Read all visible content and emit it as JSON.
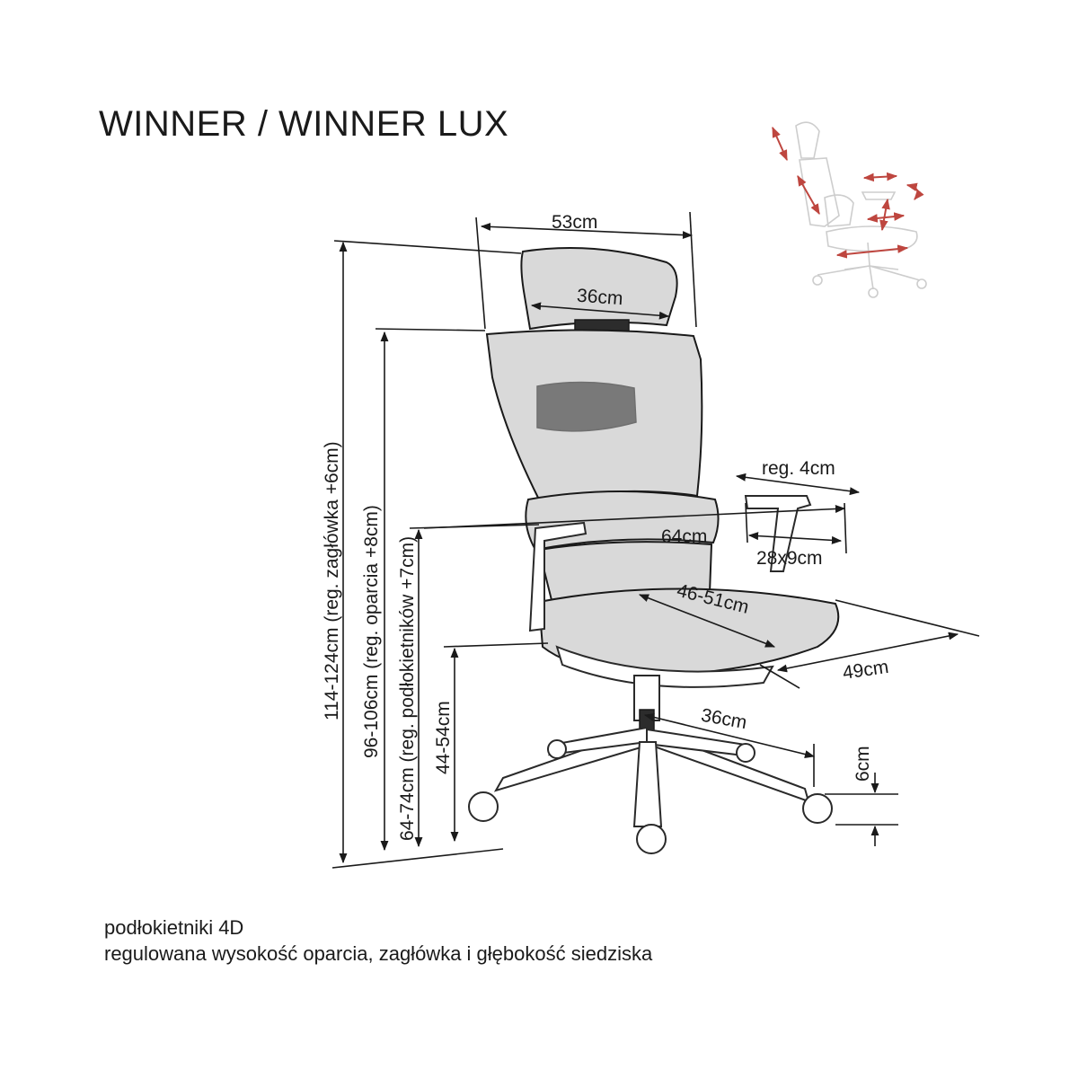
{
  "title": "WINNER / WINNER LUX",
  "dimensions": {
    "overall_width": "53cm",
    "headrest_width": "36cm",
    "total_height": "114-124cm (reg. zagłówka +6cm)",
    "backrest_height": "96-106cm (reg. oparcia  +8cm)",
    "armrest_height": "64-74cm (reg. podłokietników +7cm)",
    "seat_height": "44-54cm",
    "armrest_adjust": "reg. 4cm",
    "width_between_arms": "64cm",
    "armpad_size": "28x9cm",
    "seat_depth": "46-51cm",
    "seat_width": "49cm",
    "base_radius": "36cm",
    "caster_height": "6cm"
  },
  "notes": [
    "podłokietniki 4D",
    "regulowana wysokość oparcia, zagłówka i głębokość siedziska"
  ],
  "colors": {
    "mesh": "#d9d9d9",
    "lines": "#1a1a1a",
    "adjust_arrows": "#b8322b"
  }
}
